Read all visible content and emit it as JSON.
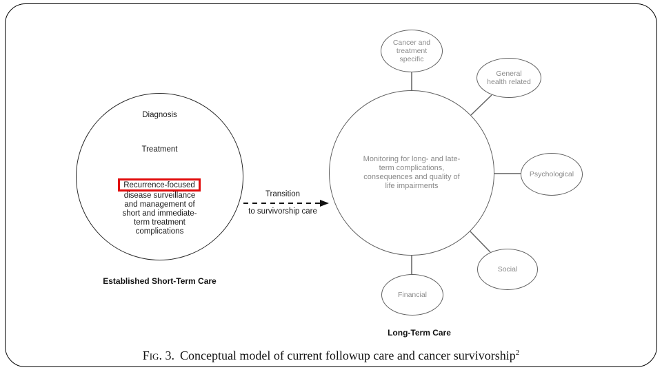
{
  "colors": {
    "highlight": "#e10b0b",
    "ink": "#1a1a1a",
    "muted-stroke": "#616161",
    "muted-text": "#8a8a8a"
  },
  "short_term": {
    "step_diagnosis": "Diagnosis",
    "step_treatment": "Treatment",
    "highlighted_text": "Recurrence-focused",
    "detail_lines": [
      "disease surveillance",
      "and management of",
      "short and immediate-",
      "term treatment",
      "complications"
    ],
    "label": "Established Short-Term Care"
  },
  "transition": {
    "label_top": "Transition",
    "label_bottom": "to survivorship care"
  },
  "long_term": {
    "hub_lines": [
      "Monitoring for long- and late-",
      "term complications,",
      "consequences and quality of",
      "life impairments"
    ],
    "satellites": [
      {
        "lines": [
          "Cancer and",
          "treatment",
          "specific"
        ]
      },
      {
        "lines": [
          "General",
          "health related"
        ]
      },
      {
        "lines": [
          "Psychological"
        ]
      },
      {
        "lines": [
          "Social"
        ]
      },
      {
        "lines": [
          "Financial"
        ]
      }
    ],
    "label": "Long-Term Care"
  },
  "caption": {
    "figure_prefix": "Fig. 3.",
    "text": "Conceptual model of current followup care and cancer survivorship",
    "footnote_ref": "2"
  }
}
